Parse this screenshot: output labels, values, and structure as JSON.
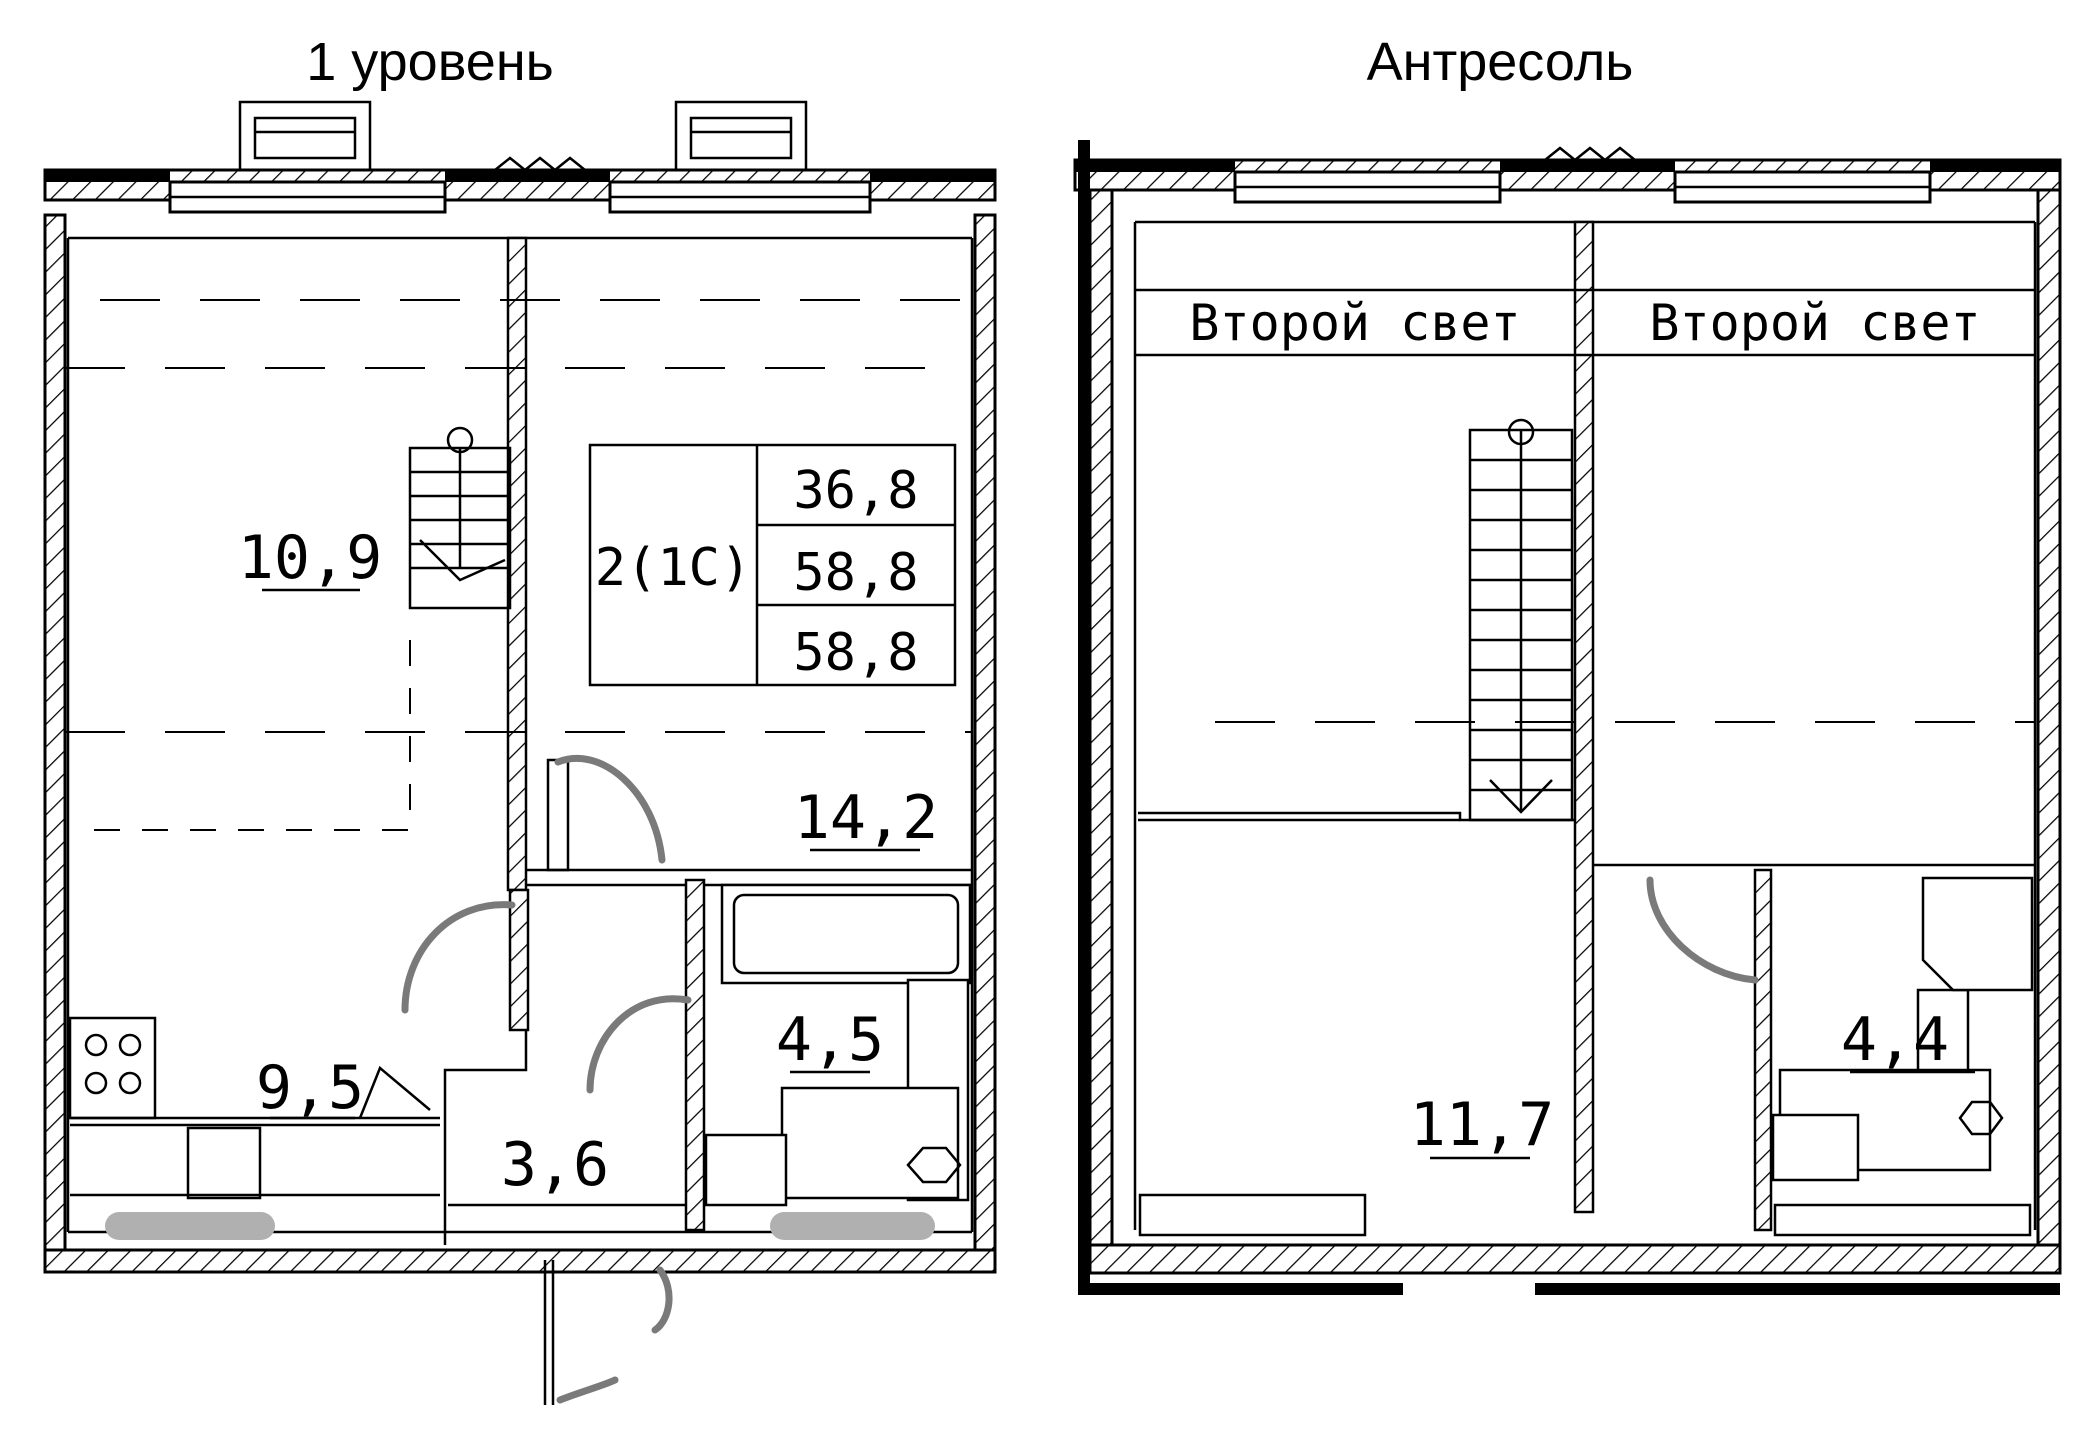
{
  "left_plan": {
    "title": "1 уровень",
    "rooms": [
      {
        "id": "living",
        "area": "10,9"
      },
      {
        "id": "room",
        "area": "14,2"
      },
      {
        "id": "kitchen",
        "area": "9,5"
      },
      {
        "id": "hall",
        "area": "3,6"
      },
      {
        "id": "bath",
        "area": "4,5"
      }
    ],
    "apartment_table": {
      "type": "2(1С)",
      "values": [
        "36,8",
        "58,8",
        "58,8"
      ]
    }
  },
  "right_plan": {
    "title": "Антресоль",
    "second_light_left": "Второй свет",
    "second_light_right": "Второй свет",
    "rooms": [
      {
        "id": "mezz-room",
        "area": "11,7"
      },
      {
        "id": "mezz-bath",
        "area": "4,4"
      }
    ]
  }
}
